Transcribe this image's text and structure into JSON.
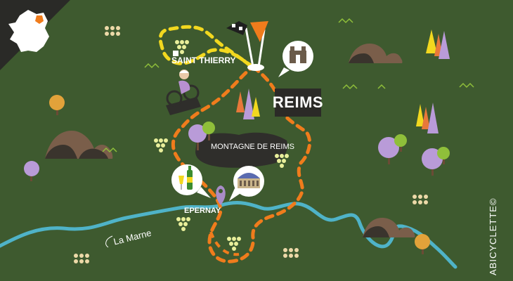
{
  "labels": {
    "reims": "REIMS",
    "saint_thierry": "SAINT THIERRY",
    "montagne": "MONTAGNE DE REIMS",
    "epernay": "EPERNAY",
    "river": "La Marne"
  },
  "credit": "ABICYCLETTE©",
  "icons": [
    "france-inset-icon",
    "finish-flag-icon",
    "cathedral-icon",
    "champagne-icon",
    "opera-house-icon",
    "location-pin-icon",
    "cyclist-icon"
  ],
  "colors": {
    "background": "#3e5a2f",
    "route_yellow": "#f2d81f",
    "route_orange": "#f07c1c",
    "river": "#4fb3c8",
    "mountain": "#2f2e2b",
    "label_box": "#2b2a27"
  }
}
